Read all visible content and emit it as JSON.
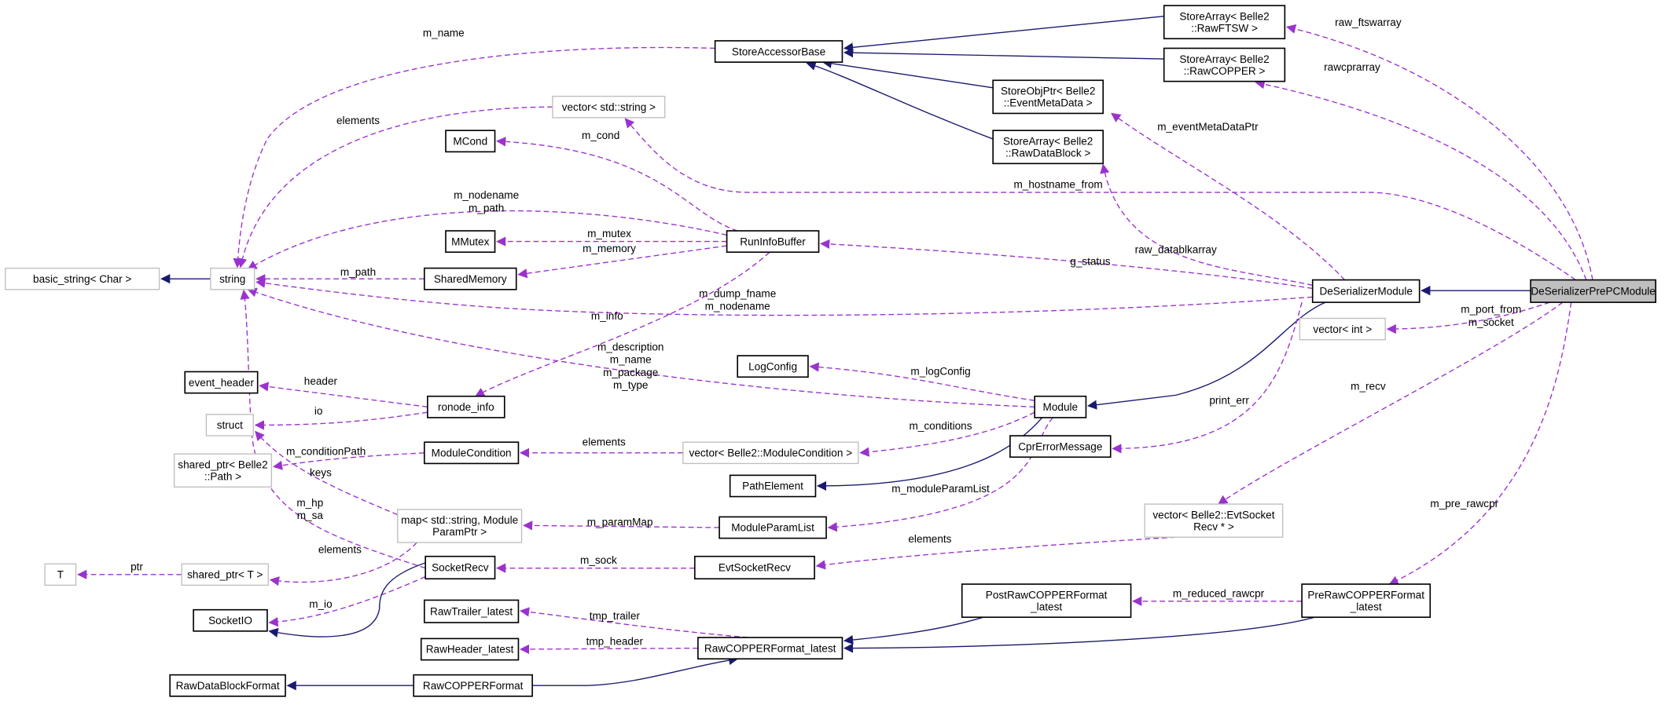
{
  "colors": {
    "usage_edge": "#9a32cd",
    "inheritance_edge": "#191970",
    "focus_fill": "#bfbfbf"
  },
  "nodes": [
    {
      "id": "prepc",
      "lines": [
        "DeSerializerPrePCModule"
      ],
      "style": "highlight"
    },
    {
      "id": "deser",
      "lines": [
        "DeSerializerModule"
      ],
      "style": "solid"
    },
    {
      "id": "ftsw",
      "lines": [
        "StoreArray< Belle2",
        "::RawFTSW >"
      ],
      "style": "solid"
    },
    {
      "id": "rawcopper",
      "lines": [
        "StoreArray< Belle2",
        "::RawCOPPER >"
      ],
      "style": "solid"
    },
    {
      "id": "sab",
      "lines": [
        "StoreAccessorBase"
      ],
      "style": "solid"
    },
    {
      "id": "vecstr",
      "lines": [
        "vector< std::string >"
      ],
      "style": "gray"
    },
    {
      "id": "emd",
      "lines": [
        "StoreObjPtr< Belle2",
        "::EventMetaData >"
      ],
      "style": "solid"
    },
    {
      "id": "rdb",
      "lines": [
        "StoreArray< Belle2",
        "::RawDataBlock >"
      ],
      "style": "solid"
    },
    {
      "id": "mcond",
      "lines": [
        "MCond"
      ],
      "style": "solid"
    },
    {
      "id": "rib",
      "lines": [
        "RunInfoBuffer"
      ],
      "style": "solid"
    },
    {
      "id": "mmutex",
      "lines": [
        "MMutex"
      ],
      "style": "solid"
    },
    {
      "id": "shm",
      "lines": [
        "SharedMemory"
      ],
      "style": "solid"
    },
    {
      "id": "string",
      "lines": [
        "string"
      ],
      "style": "gray"
    },
    {
      "id": "bstring",
      "lines": [
        "basic_string< Char >"
      ],
      "style": "gray"
    },
    {
      "id": "logconfig",
      "lines": [
        "LogConfig"
      ],
      "style": "solid"
    },
    {
      "id": "module",
      "lines": [
        "Module"
      ],
      "style": "solid"
    },
    {
      "id": "ronode",
      "lines": [
        "ronode_info"
      ],
      "style": "solid"
    },
    {
      "id": "evhdr",
      "lines": [
        "event_header"
      ],
      "style": "solid"
    },
    {
      "id": "struct",
      "lines": [
        "struct"
      ],
      "style": "gray"
    },
    {
      "id": "modcond",
      "lines": [
        "ModuleCondition"
      ],
      "style": "solid"
    },
    {
      "id": "spath",
      "lines": [
        "shared_ptr< Belle2",
        "::Path >"
      ],
      "style": "gray"
    },
    {
      "id": "vecmc",
      "lines": [
        "vector< Belle2::ModuleCondition >"
      ],
      "style": "gray"
    },
    {
      "id": "cpr",
      "lines": [
        "CprErrorMessage"
      ],
      "style": "solid"
    },
    {
      "id": "pathel",
      "lines": [
        "PathElement"
      ],
      "style": "solid"
    },
    {
      "id": "map",
      "lines": [
        "map< std::string, Module",
        "ParamPtr >"
      ],
      "style": "gray"
    },
    {
      "id": "mpl",
      "lines": [
        "ModuleParamList"
      ],
      "style": "solid"
    },
    {
      "id": "vecesr",
      "lines": [
        "vector< Belle2::EvtSocket",
        "Recv * >"
      ],
      "style": "gray"
    },
    {
      "id": "vecint",
      "lines": [
        "vector< int >"
      ],
      "style": "gray"
    },
    {
      "id": "esr",
      "lines": [
        "EvtSocketRecv"
      ],
      "style": "solid"
    },
    {
      "id": "T",
      "lines": [
        "T"
      ],
      "style": "gray"
    },
    {
      "id": "spt",
      "lines": [
        "shared_ptr< T >"
      ],
      "style": "gray"
    },
    {
      "id": "srecv",
      "lines": [
        "SocketRecv"
      ],
      "style": "solid"
    },
    {
      "id": "sio",
      "lines": [
        "SocketIO"
      ],
      "style": "solid"
    },
    {
      "id": "rtrl",
      "lines": [
        "RawTrailer_latest"
      ],
      "style": "solid"
    },
    {
      "id": "rhdr",
      "lines": [
        "RawHeader_latest"
      ],
      "style": "solid"
    },
    {
      "id": "rcfl",
      "lines": [
        "RawCOPPERFormat_latest"
      ],
      "style": "solid"
    },
    {
      "id": "post",
      "lines": [
        "PostRawCOPPERFormat",
        "_latest"
      ],
      "style": "solid"
    },
    {
      "id": "pre",
      "lines": [
        "PreRawCOPPERFormat",
        "_latest"
      ],
      "style": "solid"
    },
    {
      "id": "rdbf",
      "lines": [
        "RawDataBlockFormat"
      ],
      "style": "solid"
    },
    {
      "id": "rcf",
      "lines": [
        "RawCOPPERFormat"
      ],
      "style": "solid"
    }
  ],
  "edges": [
    {
      "from": "prepc",
      "to": "deser",
      "kind": "inheritance",
      "label": []
    },
    {
      "from": "prepc",
      "to": "ftsw",
      "kind": "usage",
      "label": [
        "raw_ftswarray"
      ]
    },
    {
      "from": "prepc",
      "to": "rawcopper",
      "kind": "usage",
      "label": [
        "rawcprarray"
      ]
    },
    {
      "from": "prepc",
      "to": "vecstr",
      "kind": "usage",
      "label": [
        "m_hostname_from"
      ]
    },
    {
      "from": "prepc",
      "to": "vecint",
      "kind": "usage",
      "label": [
        "m_port_from",
        "m_socket"
      ]
    },
    {
      "from": "prepc",
      "to": "vecesr",
      "kind": "usage",
      "label": [
        "m_recv"
      ]
    },
    {
      "from": "prepc",
      "to": "pre",
      "kind": "usage",
      "label": [
        "m_pre_rawcpr"
      ]
    },
    {
      "from": "deser",
      "to": "emd",
      "kind": "usage",
      "label": [
        "m_eventMetaDataPtr"
      ]
    },
    {
      "from": "deser",
      "to": "rdb",
      "kind": "usage",
      "label": [
        "raw_datablkarray"
      ]
    },
    {
      "from": "deser",
      "to": "rib",
      "kind": "usage",
      "label": [
        "g_status"
      ]
    },
    {
      "from": "deser",
      "to": "string",
      "kind": "usage",
      "label": [
        "m_dump_fname",
        "m_nodename"
      ]
    },
    {
      "from": "deser",
      "to": "module",
      "kind": "inheritance",
      "label": []
    },
    {
      "from": "deser",
      "to": "cpr",
      "kind": "usage",
      "label": [
        "print_err"
      ]
    },
    {
      "from": "ftsw",
      "to": "sab",
      "kind": "inheritance",
      "label": []
    },
    {
      "from": "rawcopper",
      "to": "sab",
      "kind": "inheritance",
      "label": []
    },
    {
      "from": "emd",
      "to": "sab",
      "kind": "inheritance",
      "label": []
    },
    {
      "from": "rdb",
      "to": "sab",
      "kind": "inheritance",
      "label": []
    },
    {
      "from": "sab",
      "to": "string",
      "kind": "usage",
      "label": [
        "m_name"
      ]
    },
    {
      "from": "vecstr",
      "to": "string",
      "kind": "usage",
      "label": [
        "elements"
      ]
    },
    {
      "from": "rib",
      "to": "mcond",
      "kind": "usage",
      "label": [
        "m_cond"
      ]
    },
    {
      "from": "rib",
      "to": "string",
      "kind": "usage",
      "label": [
        "m_nodename",
        "m_path"
      ]
    },
    {
      "from": "rib",
      "to": "mmutex",
      "kind": "usage",
      "label": [
        "m_mutex"
      ]
    },
    {
      "from": "rib",
      "to": "shm",
      "kind": "usage",
      "label": [
        "m_memory"
      ]
    },
    {
      "from": "rib",
      "to": "ronode",
      "kind": "usage",
      "label": [
        "m_info"
      ]
    },
    {
      "from": "shm",
      "to": "string",
      "kind": "usage",
      "label": [
        "m_path"
      ]
    },
    {
      "from": "string",
      "to": "bstring",
      "kind": "inheritance",
      "label": []
    },
    {
      "from": "module",
      "to": "string",
      "kind": "usage",
      "label": [
        "m_description",
        "m_name",
        "m_package",
        "m_type"
      ]
    },
    {
      "from": "module",
      "to": "logconfig",
      "kind": "usage",
      "label": [
        "m_logConfig"
      ]
    },
    {
      "from": "module",
      "to": "vecmc",
      "kind": "usage",
      "label": [
        "m_conditions"
      ]
    },
    {
      "from": "module",
      "to": "pathel",
      "kind": "inheritance",
      "label": []
    },
    {
      "from": "module",
      "to": "mpl",
      "kind": "usage",
      "label": [
        "m_moduleParamList"
      ]
    },
    {
      "from": "ronode",
      "to": "evhdr",
      "kind": "usage",
      "label": [
        "header"
      ]
    },
    {
      "from": "ronode",
      "to": "struct",
      "kind": "usage",
      "label": [
        "io"
      ]
    },
    {
      "from": "modcond",
      "to": "spath",
      "kind": "usage",
      "label": [
        "m_conditionPath"
      ]
    },
    {
      "from": "vecmc",
      "to": "modcond",
      "kind": "usage",
      "label": [
        "elements"
      ]
    },
    {
      "from": "map",
      "to": "struct",
      "kind": "usage",
      "label": [
        "keys"
      ]
    },
    {
      "from": "mpl",
      "to": "map",
      "kind": "usage",
      "label": [
        "m_paramMap"
      ]
    },
    {
      "from": "map",
      "to": "spt",
      "kind": "usage",
      "label": [
        "elements"
      ]
    },
    {
      "from": "srecv",
      "to": "string",
      "kind": "usage",
      "label": [
        "m_hp",
        "m_sa"
      ]
    },
    {
      "from": "esr",
      "to": "srecv",
      "kind": "usage",
      "label": [
        "m_sock"
      ]
    },
    {
      "from": "vecesr",
      "to": "esr",
      "kind": "usage",
      "label": [
        "elements"
      ]
    },
    {
      "from": "spt",
      "to": "T",
      "kind": "usage",
      "label": [
        "ptr"
      ]
    },
    {
      "from": "srecv",
      "to": "sio",
      "kind": "usage",
      "label": [
        "m_io"
      ]
    },
    {
      "from": "srecv",
      "to": "sio",
      "kind": "inheritance",
      "label": []
    },
    {
      "from": "rcfl",
      "to": "rtrl",
      "kind": "usage",
      "label": [
        "tmp_trailer"
      ]
    },
    {
      "from": "rcfl",
      "to": "rhdr",
      "kind": "usage",
      "label": [
        "tmp_header"
      ]
    },
    {
      "from": "post",
      "to": "rcfl",
      "kind": "inheritance",
      "label": []
    },
    {
      "from": "pre",
      "to": "post",
      "kind": "usage",
      "label": [
        "m_reduced_rawcpr"
      ]
    },
    {
      "from": "pre",
      "to": "rcfl",
      "kind": "inheritance",
      "label": []
    },
    {
      "from": "rcf",
      "to": "rcfl",
      "kind": "inheritance",
      "label": []
    },
    {
      "from": "rcf",
      "to": "rdbf",
      "kind": "inheritance",
      "label": []
    }
  ]
}
